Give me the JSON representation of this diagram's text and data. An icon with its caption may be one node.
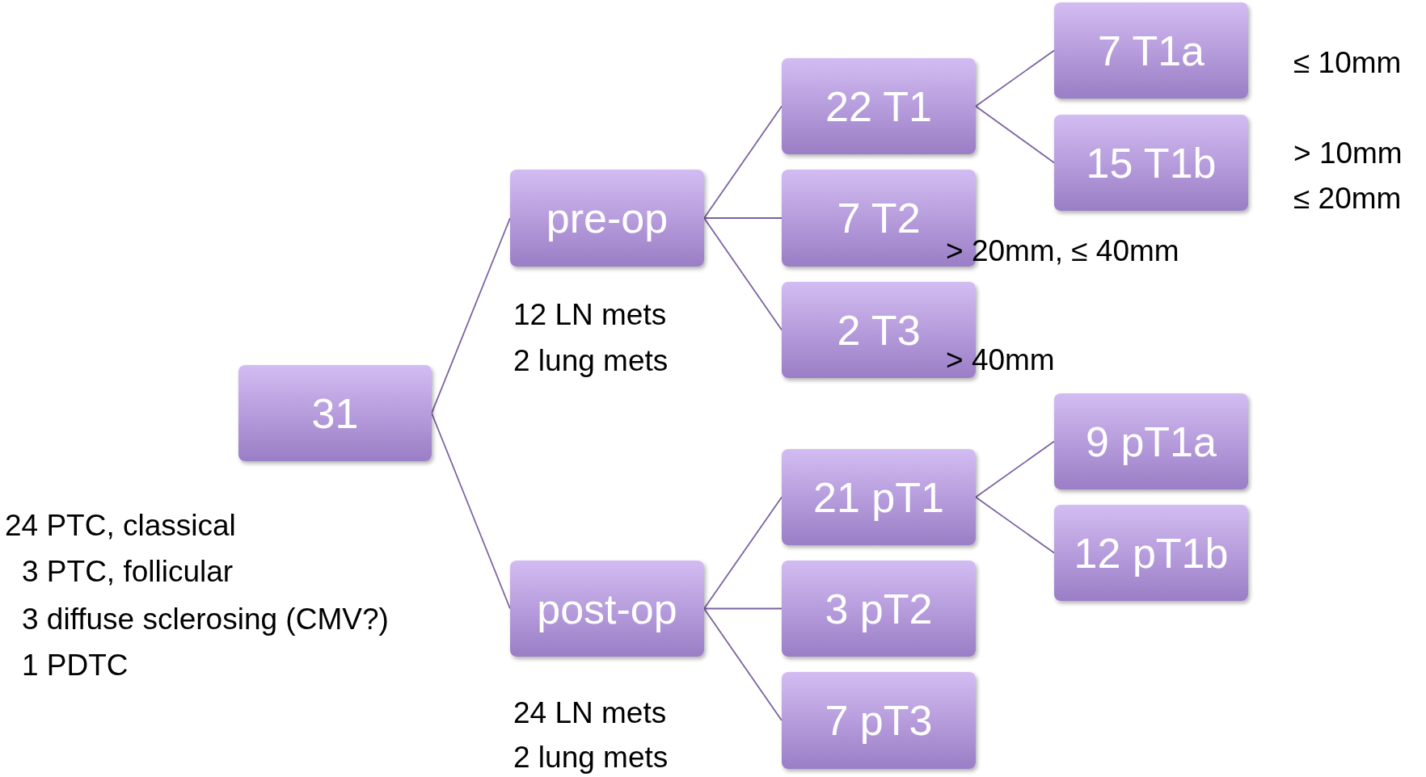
{
  "diagram": {
    "nodes": [
      {
        "text": [
          "31"
        ],
        "beside": [
          "24 PTC, classical",
          "3 PTC, follicular",
          "3 diffuse sclerosing (CMV?)",
          "1 PDTC"
        ]
      },
      {
        "text": [
          "pre-op"
        ],
        "beside": [
          "12 LN mets",
          "2 lung mets"
        ]
      },
      {
        "text": [
          "post-op"
        ],
        "beside": [
          "24 LN mets",
          "2 lung mets"
        ]
      },
      {
        "text": [
          "22 T1"
        ]
      },
      {
        "text": [
          "7 T2"
        ],
        "beside": [
          "> 20mm, ≤ 40mm"
        ]
      },
      {
        "text": [
          "2 T3"
        ],
        "beside": [
          "> 40mm"
        ]
      },
      {
        "text": [
          "7 T1a"
        ],
        "beside": [
          "≤ 10mm"
        ]
      },
      {
        "text": [
          "15 T1b"
        ],
        "beside": [
          "> 10mm",
          "≤ 20mm"
        ]
      },
      {
        "text": [
          "21 pT1"
        ]
      },
      {
        "text": [
          "3 pT2"
        ]
      },
      {
        "text": [
          "7 pT3"
        ]
      },
      {
        "text": [
          "9 pT1a"
        ]
      },
      {
        "text": [
          "12 pT1b"
        ]
      }
    ],
    "edges": [
      {
        "from": 0,
        "to": 1,
        "arrow": "none"
      },
      {
        "from": 0,
        "to": 2,
        "arrow": "none"
      },
      {
        "from": 1,
        "to": 3,
        "arrow": "none"
      },
      {
        "from": 1,
        "to": 4,
        "arrow": "none"
      },
      {
        "from": 1,
        "to": 5,
        "arrow": "none"
      },
      {
        "from": 3,
        "to": 6,
        "arrow": "none"
      },
      {
        "from": 3,
        "to": 7,
        "arrow": "none"
      },
      {
        "from": 2,
        "to": 8,
        "arrow": "none"
      },
      {
        "from": 2,
        "to": 9,
        "arrow": "none"
      },
      {
        "from": 2,
        "to": 10,
        "arrow": "none"
      },
      {
        "from": 8,
        "to": 11,
        "arrow": "none"
      },
      {
        "from": 8,
        "to": 12,
        "arrow": "none"
      }
    ]
  }
}
